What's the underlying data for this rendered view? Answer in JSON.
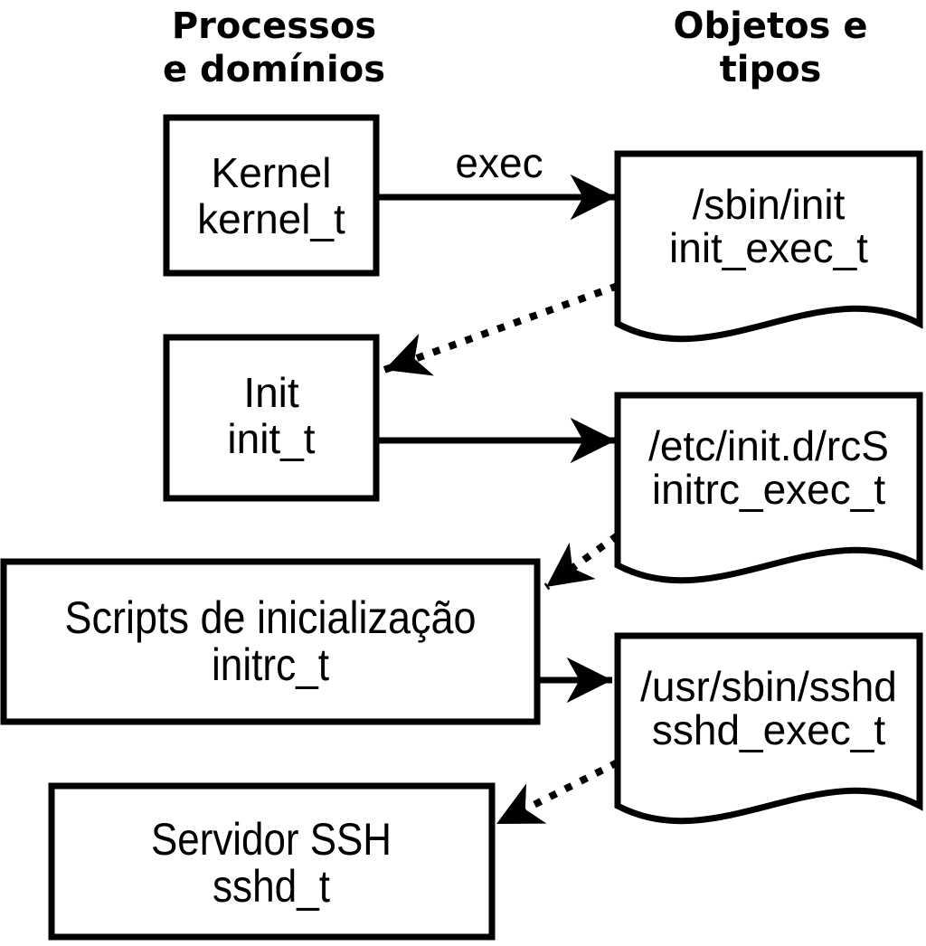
{
  "diagram": {
    "columns": {
      "left": {
        "line1": "Processos",
        "line2": "e domínios"
      },
      "right": {
        "line1": "Objetos e",
        "line2": "tipos"
      }
    },
    "processes": [
      {
        "name": "Kernel",
        "domain": "kernel_t"
      },
      {
        "name": "Init",
        "domain": "init_t"
      },
      {
        "name": "Scripts de inicialização",
        "domain": "initrc_t"
      },
      {
        "name": "Servidor SSH",
        "domain": "sshd_t"
      }
    ],
    "objects": [
      {
        "path": "/sbin/init",
        "type": "init_exec_t"
      },
      {
        "path": "/etc/init.d/rcS",
        "type": "initrc_exec_t"
      },
      {
        "path": "/usr/sbin/sshd",
        "type": "sshd_exec_t"
      }
    ],
    "labels": {
      "exec": "exec"
    },
    "colors": {
      "background": "#ffffff",
      "line": "#000000",
      "text": "#000000",
      "shape_fill": "#ffffff"
    }
  }
}
